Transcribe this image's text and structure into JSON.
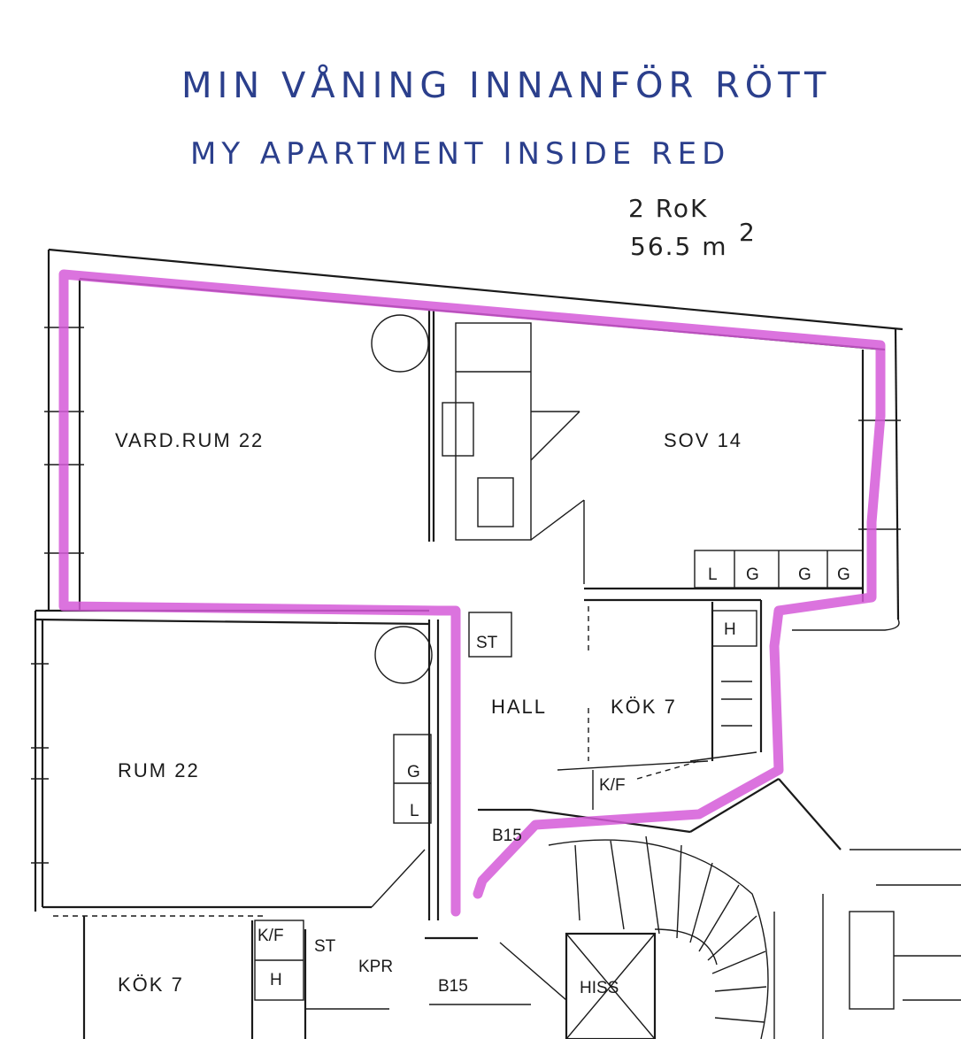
{
  "note": {
    "line1": "MIN VÅNING INNANFÖR RÖTT",
    "line2": "MY APARTMENT INSIDE RED",
    "rooms_count": "2 RoK",
    "area": "56.5 m",
    "area_sup": "2"
  },
  "rooms": {
    "vardrum": "VARD.RUM 22",
    "sov": "SOV 14",
    "rum": "RUM 22",
    "hall": "HALL",
    "kok_main": "KÖK 7",
    "kok_neighbor": "KÖK 7",
    "hiss": "HISS",
    "kpr": "KPR"
  },
  "labels": {
    "st_hall": "ST",
    "st_lower": "ST",
    "h_kitchen": "H",
    "h_lower": "H",
    "kf_kitchen": "K/F",
    "kf_lower": "K/F",
    "b15_upper": "B15",
    "b15_lower": "B15",
    "g_rum": "G",
    "l_rum": "L",
    "wardrobes": [
      "L",
      "G",
      "G",
      "G"
    ]
  },
  "colors": {
    "outline": "#d55ad8",
    "handwriting": "#2b3f8c",
    "ink": "#1a1a1a"
  }
}
